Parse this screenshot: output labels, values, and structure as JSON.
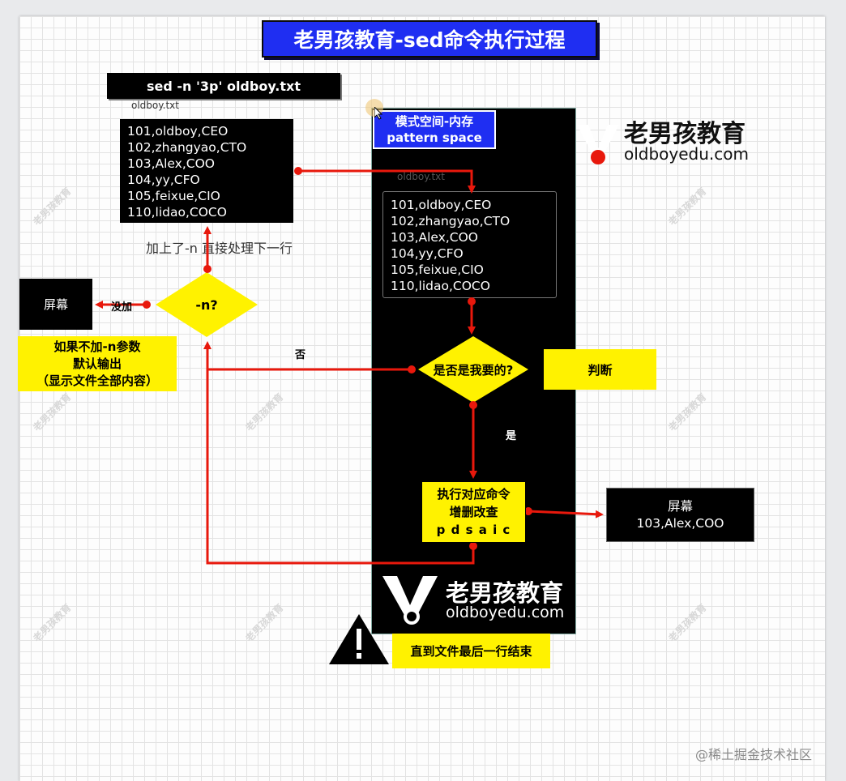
{
  "title": "老男孩教育-sed命令执行过程",
  "command": "sed -n '3p' oldboy.txt",
  "file": {
    "name": "oldboy.txt",
    "lines": [
      "101,oldboy,CEO",
      "102,zhangyao,CTO",
      "103,Alex,COO",
      "104,yy,CFO",
      "105,feixue,CIO",
      "110,lidao,COCO"
    ]
  },
  "pattern_space": {
    "label_cn": "模式空间-内存",
    "label_en": "pattern space",
    "file_name": "oldboy.txt",
    "lines": [
      "101,oldboy,CEO",
      "102,zhangyao,CTO",
      "103,Alex,COO",
      "104,yy,CFO",
      "105,feixue,CIO",
      "110,lidao,COCO"
    ]
  },
  "logo": {
    "cn": "老男孩教育",
    "en": "oldboyedu.com"
  },
  "n_decision": {
    "text": "-n?",
    "with_n_label": "加上了-n 直接处理下一行",
    "without_n_label": "没加"
  },
  "left_screen": {
    "label": "屏幕"
  },
  "default_output_note": {
    "lines": [
      "如果不加-n参数",
      "默认输出",
      "（显示文件全部内容）"
    ]
  },
  "match_decision": {
    "text": "是否是我要的?",
    "no_label": "否",
    "yes_label": "是"
  },
  "judge_label": "判断",
  "exec_box": {
    "lines": [
      "执行对应命令",
      "增删改查",
      "p d s a i c"
    ]
  },
  "right_screen": {
    "label": "屏幕",
    "output": "103,Alex,COO"
  },
  "end_note": "直到文件最后一行结束",
  "watermark": "老男孩教育",
  "site_watermark": "@稀土掘金技术社区",
  "colors": {
    "title_blue": "#1f2ef2",
    "arrow_red": "#e8180c",
    "yellow": "#fff200",
    "black": "#000000"
  }
}
